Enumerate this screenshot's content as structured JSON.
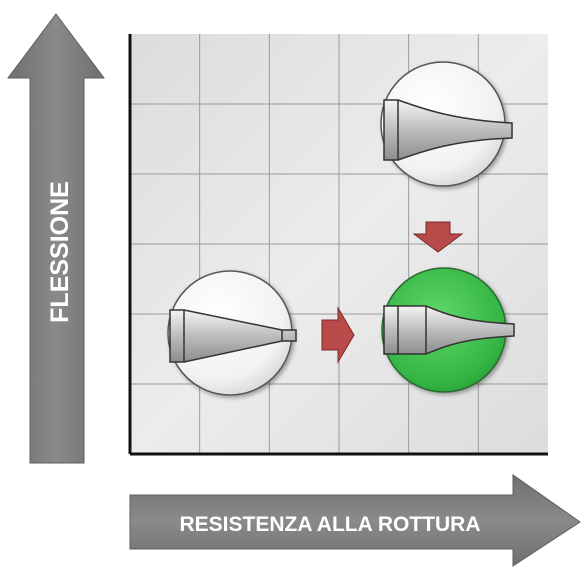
{
  "axes": {
    "y_label": "FLESSIONE",
    "x_label": "RESISTENZA ALLA ROTTURA"
  },
  "grid": {
    "rows": 6,
    "cols": 6,
    "visible": true
  },
  "colors": {
    "arrow_gray": "#7f7f7f",
    "grid_bg": "#e6e6e6",
    "grid_line": "#ffffff",
    "highlight_green": "#3cb94a",
    "small_arrow_red": "#b84a4a",
    "circle_border": "#555555"
  },
  "nodes": [
    {
      "id": "start",
      "profile": "straight-taper",
      "highlight": false
    },
    {
      "id": "flexible",
      "profile": "concave-flare",
      "highlight": false
    },
    {
      "id": "optimal",
      "profile": "concave-flare",
      "highlight": true
    }
  ],
  "transitions": [
    {
      "from": "start",
      "to": "optimal",
      "direction": "right"
    },
    {
      "from": "flexible",
      "to": "optimal",
      "direction": "down"
    }
  ]
}
